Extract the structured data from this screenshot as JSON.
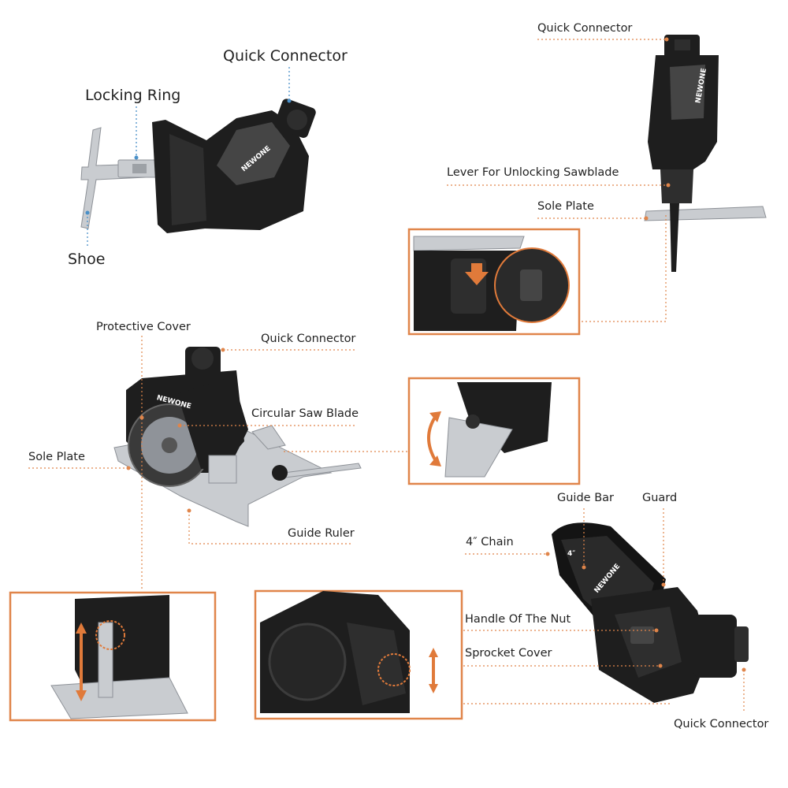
{
  "labels": {
    "reciprocating_quick_connector": "Quick Connector",
    "locking_ring": "Locking Ring",
    "shoe": "Shoe",
    "jigsaw_quick_connector": "Quick Connector",
    "lever_unlocking_sawblade": "Lever For Unlocking Sawblade",
    "jigsaw_sole_plate": "Sole Plate",
    "protective_cover": "Protective Cover",
    "circular_quick_connector": "Quick Connector",
    "circular_saw_blade": "Circular Saw Blade",
    "circular_sole_plate": "Sole Plate",
    "guide_ruler": "Guide Ruler",
    "guide_bar": "Guide Bar",
    "guard": "Guard",
    "chain": "4″  Chain",
    "handle_of_the_nut": "Handle Of The Nut",
    "sprocket_cover": "Sprocket Cover",
    "chainsaw_quick_connector": "Quick Connector"
  },
  "brand_text": "NEWONE",
  "chain_size_mark": "4″",
  "colors": {
    "leader": "#e0854a",
    "leader_alt": "#4a90c8",
    "inset_border": "#e0854a",
    "tool_body": "#1e1e1e",
    "metal": "#c9ccd0"
  }
}
